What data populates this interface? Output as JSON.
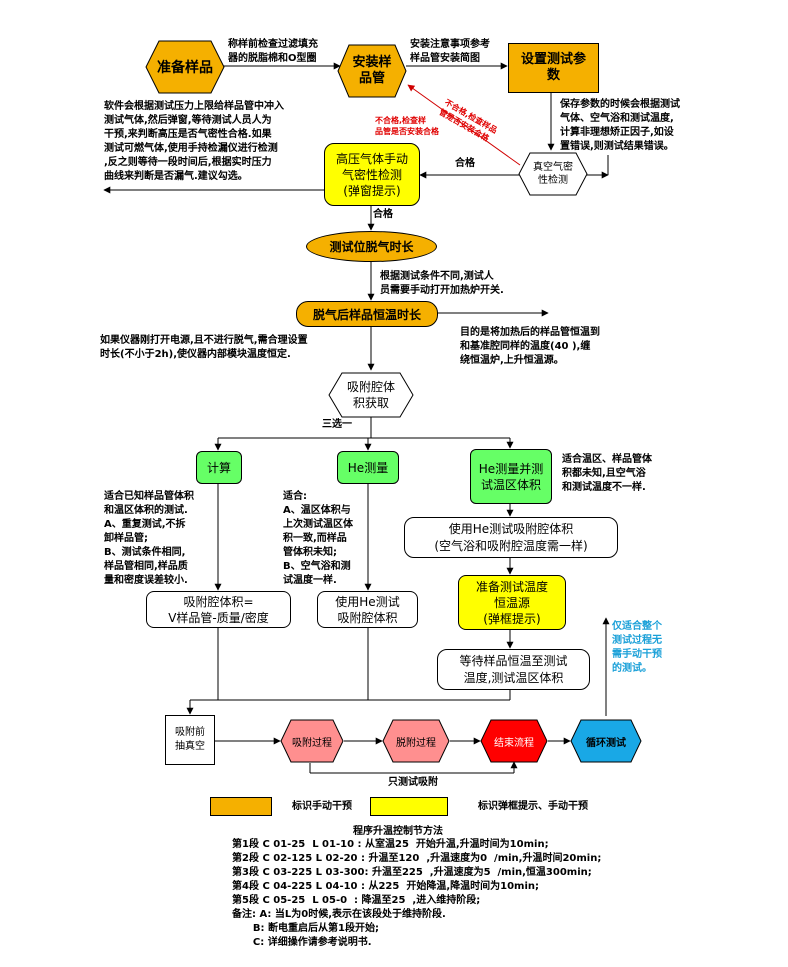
{
  "nodes": {
    "prepare_sample": "准备样品",
    "install_tube": "安装样\n品管",
    "set_params": "设置测试参\n数",
    "vacuum_leak_test": "真空气密\n性检测",
    "high_pressure_test": "高压气体手动\n气密性检测\n(弹窗提示)",
    "degas_time": "测试位脱气时长",
    "thermostat_time": "脱气后样品恒温时长",
    "adsorption_volume": "吸附腔体\n积获取",
    "calc": "计算",
    "he_measure": "He测量",
    "he_measure_temp": "He测量并测\n试温区体积",
    "formula": "吸附腔体积=\nV样品管-质量/密度",
    "he_measure_chamber": "使用He测试\n吸附腔体积",
    "he_chamber_same": "使用He测试吸附腔体积\n(空气浴和吸附腔温度需一样)",
    "prepare_thermostat": "准备测试温度\n恒温源\n(弹框提示)",
    "wait_thermostat": "等待样品恒温至测试\n温度,测试温区体积",
    "evacuate": "吸附前\n抽真空",
    "adsorption_process": "吸附过程",
    "desorption_process": "脱附过程",
    "end_process": "结束流程",
    "cycle_test": "循环测试"
  },
  "notes": {
    "weigh_fill": "称样前检查过滤填充\n器的脱脂棉和O型圈",
    "install_ref": "安装注意事项参考\n样品管安装简图",
    "save_params": "保存参数的时候会根据测试\n气体、空气浴和测试温度,\n计算非理想矫正因子,如设\n置错误,则测试结果错误。",
    "software_note": "软件会根据测试压力上限给样品管中冲入\n测试气体,然后弹窗,等待测试人员人为\n干预,来判断高压是否气密性合格.如果\n测试可燃气体,使用手持检漏仪进行检测\n,反之则等待一段时间后,根据实时压力\n曲线来判断是否漏气.建议勾选。",
    "fail_red_1": "不合格,检查样\n品管是否安装合格",
    "fail_red_2": "不合格,检查样品\n管是否安装合格",
    "pass_1": "合格",
    "pass_2": "合格",
    "manual_heater": "根据测试条件不同,测试人\n员需要手动打开加热炉开关.",
    "power_on_note": "如果仪器刚打开电源,且不进行脱气,需合理设置\n时长(不小于2h),使仪器内部模块温度恒定.",
    "purpose_note": "目的是将加热后的样品管恒温到\n和基准腔同样的温度(40 ),缠\n绕恒温炉,上升恒温源。",
    "choose_one": "三选一",
    "calc_note": "适合已知样品管体积\n和温区体积的测试.\nA、重复测试,不拆\n卸样品管;\nB、测试条件相同,\n样品管相同,样品质\n量和密度误差较小.",
    "he_note": "适合:\nA、温区体积与\n上次测试温区体\n积一致,而样品\n管体积未知;\nB、空气浴和测\n试温度一样.",
    "he_temp_note": "适合温区、样品管体\n积都未知,且空气浴\n和测试温度不一样.",
    "only_whole_note": "仅适合整个\n测试过程无\n需手动干预\n的测试。",
    "only_adsorption": "只测试吸附"
  },
  "legend": {
    "orange_label": "标识手动干预",
    "yellow_label": "标识弹框提示、手动干预"
  },
  "program": {
    "title": "程序升温控制节方法",
    "lines": [
      "第1段 C 01-25  L 01-10 : 从室温25  开始升温,升温时间为10min;",
      "第2段 C 02-125 L 02-20 : 升温至120  ,升温速度为0  /min,升温时间20min;",
      "第3段 C 03-225 L 03-300: 升温至225  ,升温速度为5  /min,恒温300min;",
      "第4段 C 04-225 L 04-10 : 从225  开始降温,降温时间为10min;",
      "第5段 C 05-25  L 05-0  : 降温至25  ,进入维持阶段;"
    ],
    "remarks": [
      "备注: A: 当L为0时候,表示在该段处于维持阶段.",
      "      B: 断电重启后从第1段开始;",
      "      C: 详细操作请参考说明书."
    ]
  },
  "colors": {
    "orange": "#f5b000",
    "yellow": "#ffff00",
    "green": "#66ff66",
    "pink": "#ff8f8f",
    "red": "#ff0000",
    "blue": "#19a8e6",
    "text_red": "#e00000",
    "text_blue": "#1aa0d8"
  }
}
